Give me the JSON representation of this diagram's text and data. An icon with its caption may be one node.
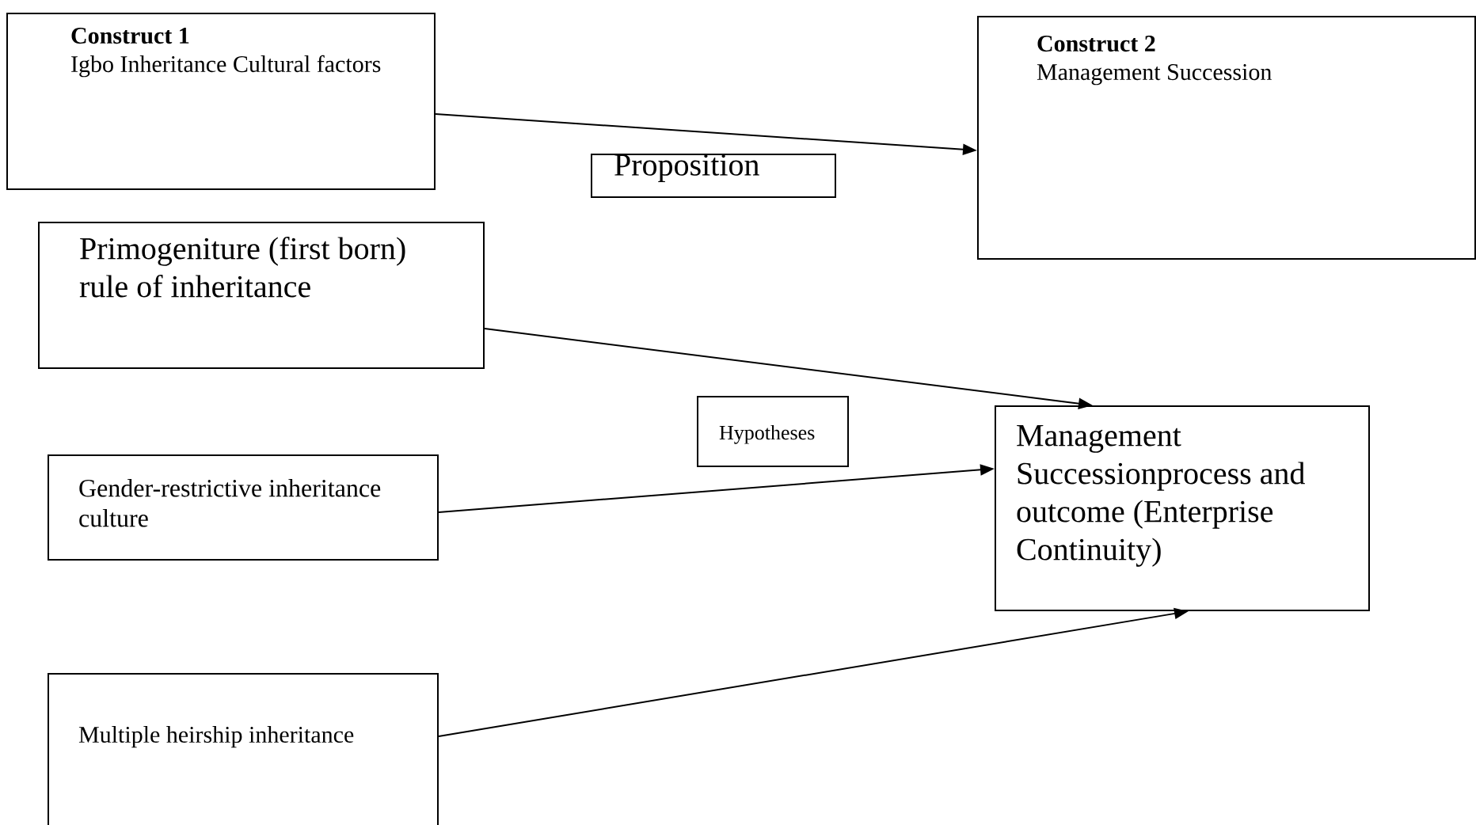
{
  "diagram": {
    "nodes": [
      {
        "text": [
          "Construct 1",
          "Igbo Inheritance Cultural factors"
        ]
      },
      {
        "text": [
          "Construct 2",
          "Management Succession"
        ]
      },
      {
        "text": [
          "Proposition"
        ]
      },
      {
        "text": [
          "Primogeniture (first born) rule of inheritance"
        ]
      },
      {
        "text": [
          "Hypotheses"
        ]
      },
      {
        "text": [
          "Management Successionprocess and outcome (Enterprise Continuity)"
        ]
      },
      {
        "text": [
          "Gender-restrictive inheritance culture"
        ]
      },
      {
        "text": [
          "Multiple heirship inheritance"
        ]
      }
    ],
    "edges": [
      {
        "from": 0,
        "to": 1,
        "arrow": "to"
      },
      {
        "from": 3,
        "to": 5,
        "arrow": "to"
      },
      {
        "from": 6,
        "to": 5,
        "arrow": "to"
      },
      {
        "from": 7,
        "to": 5,
        "arrow": "to"
      }
    ]
  }
}
